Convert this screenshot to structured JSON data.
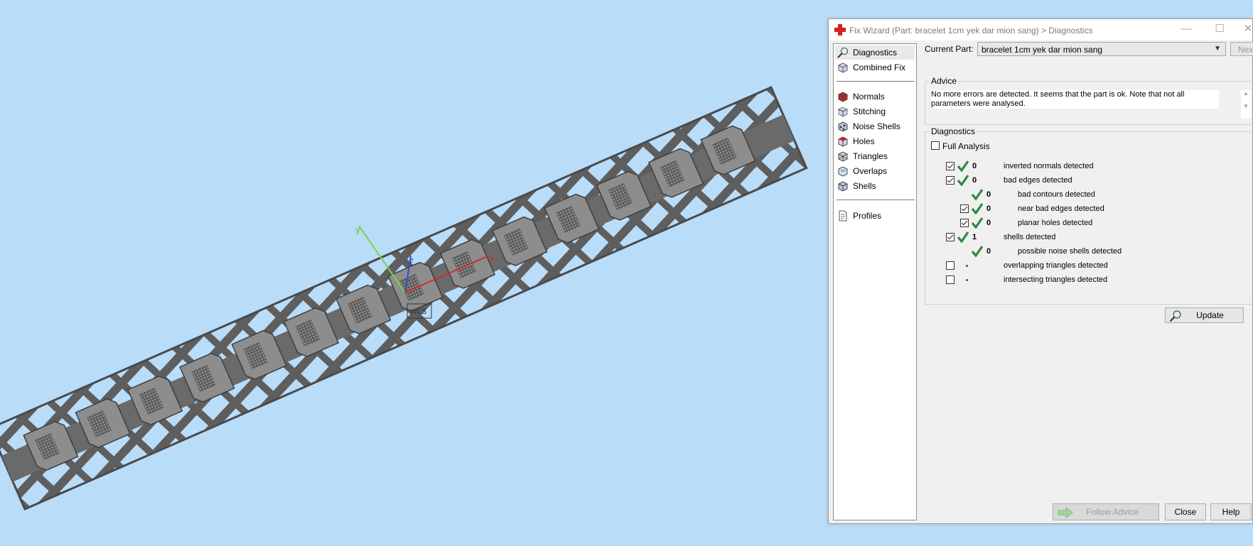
{
  "window": {
    "title": "Fix Wizard (Part: bracelet 1cm yek dar mion sang) > Diagnostics",
    "minimize": "—",
    "maximize": "☐",
    "close": "✕"
  },
  "viewport": {
    "axis_x": "x",
    "axis_y": "y",
    "axis_z": "z",
    "wcs_label": "WCS",
    "background": "#b9dcf9"
  },
  "nav": {
    "diagnostics": "Diagnostics",
    "combined_fix": "Combined Fix",
    "normals": "Normals",
    "stitching": "Stitching",
    "noise_shells": "Noise Shells",
    "holes": "Holes",
    "triangles": "Triangles",
    "overlaps": "Overlaps",
    "shells": "Shells",
    "profiles": "Profiles"
  },
  "current_part": {
    "label": "Current Part:",
    "value": "bracelet 1cm yek dar mion sang",
    "next": "Next"
  },
  "advice": {
    "title": "Advice",
    "text": "No more errors are detected. It seems that the part is ok. Note that not all parameters were analysed."
  },
  "diagnostics": {
    "title": "Diagnostics",
    "full_analysis": "Full Analysis",
    "rows": [
      {
        "count": "0",
        "label": "inverted normals detected"
      },
      {
        "count": "0",
        "label": "bad edges detected"
      },
      {
        "count": "0",
        "label": "bad contours detected"
      },
      {
        "count": "0",
        "label": "near bad edges detected"
      },
      {
        "count": "0",
        "label": "planar holes detected"
      },
      {
        "count": "1",
        "label": "shells detected"
      },
      {
        "count": "0",
        "label": "possible noise shells detected"
      },
      {
        "count": "",
        "label": "overlapping triangles detected"
      },
      {
        "count": "",
        "label": "intersecting triangles detected"
      }
    ]
  },
  "buttons": {
    "update": "Update",
    "follow_advice": "Follow Advice",
    "close": "Close",
    "help": "Help"
  },
  "colors": {
    "accent_check": "#2f8a3a",
    "app_red": "#d21f1f"
  }
}
